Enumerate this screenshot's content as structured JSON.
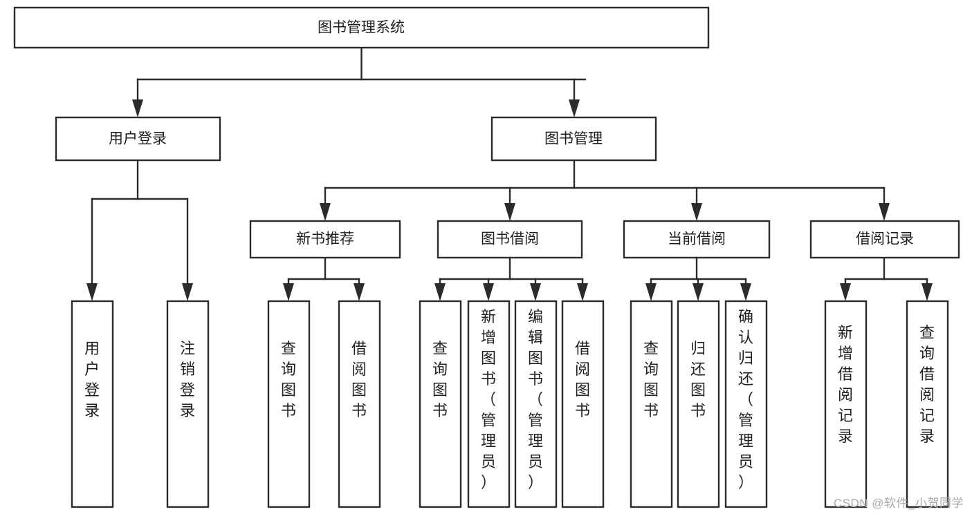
{
  "diagram": {
    "type": "tree-hierarchy",
    "title": "图书管理系统",
    "orientation": "top-down",
    "colors": {
      "box_stroke": "#2b2b2b",
      "box_fill": "#ffffff",
      "text": "#1f1f1f",
      "background": "#ffffff",
      "watermark": "#a8a8a8"
    },
    "levels": {
      "root": {
        "label": "图书管理系统"
      },
      "level2": [
        {
          "id": "user-login",
          "label": "用户登录"
        },
        {
          "id": "book-manage",
          "label": "图书管理"
        }
      ],
      "level3": [
        {
          "id": "new-book-recommend",
          "label": "新书推荐",
          "parent": "book-manage"
        },
        {
          "id": "book-borrow",
          "label": "图书借阅",
          "parent": "book-manage"
        },
        {
          "id": "current-borrow",
          "label": "当前借阅",
          "parent": "book-manage"
        },
        {
          "id": "borrow-record",
          "label": "借阅记录",
          "parent": "book-manage"
        }
      ],
      "leaves": [
        {
          "id": "leaf-user-login",
          "label": "用户登录",
          "parent": "user-login"
        },
        {
          "id": "leaf-logout-login",
          "label": "注销登录",
          "parent": "user-login"
        },
        {
          "id": "leaf-query-book-1",
          "label": "查询图书",
          "parent": "new-book-recommend"
        },
        {
          "id": "leaf-borrow-book-1",
          "label": "借阅图书",
          "parent": "new-book-recommend"
        },
        {
          "id": "leaf-query-book-2",
          "label": "查询图书",
          "parent": "book-borrow"
        },
        {
          "id": "leaf-add-book",
          "label": "新增图书（管理员）",
          "parent": "book-borrow"
        },
        {
          "id": "leaf-edit-book",
          "label": "编辑图书（管理员）",
          "parent": "book-borrow"
        },
        {
          "id": "leaf-borrow-book-2",
          "label": "借阅图书",
          "parent": "book-borrow"
        },
        {
          "id": "leaf-query-book-3",
          "label": "查询图书",
          "parent": "current-borrow"
        },
        {
          "id": "leaf-return-book",
          "label": "归还图书",
          "parent": "current-borrow"
        },
        {
          "id": "leaf-confirm-return",
          "label": "确认归还（管理员）",
          "parent": "current-borrow"
        },
        {
          "id": "leaf-add-record",
          "label": "新增借阅记录",
          "parent": "borrow-record"
        },
        {
          "id": "leaf-query-record",
          "label": "查询借阅记录",
          "parent": "borrow-record"
        }
      ]
    },
    "watermark": "CSDN @软件_小贺同学"
  }
}
